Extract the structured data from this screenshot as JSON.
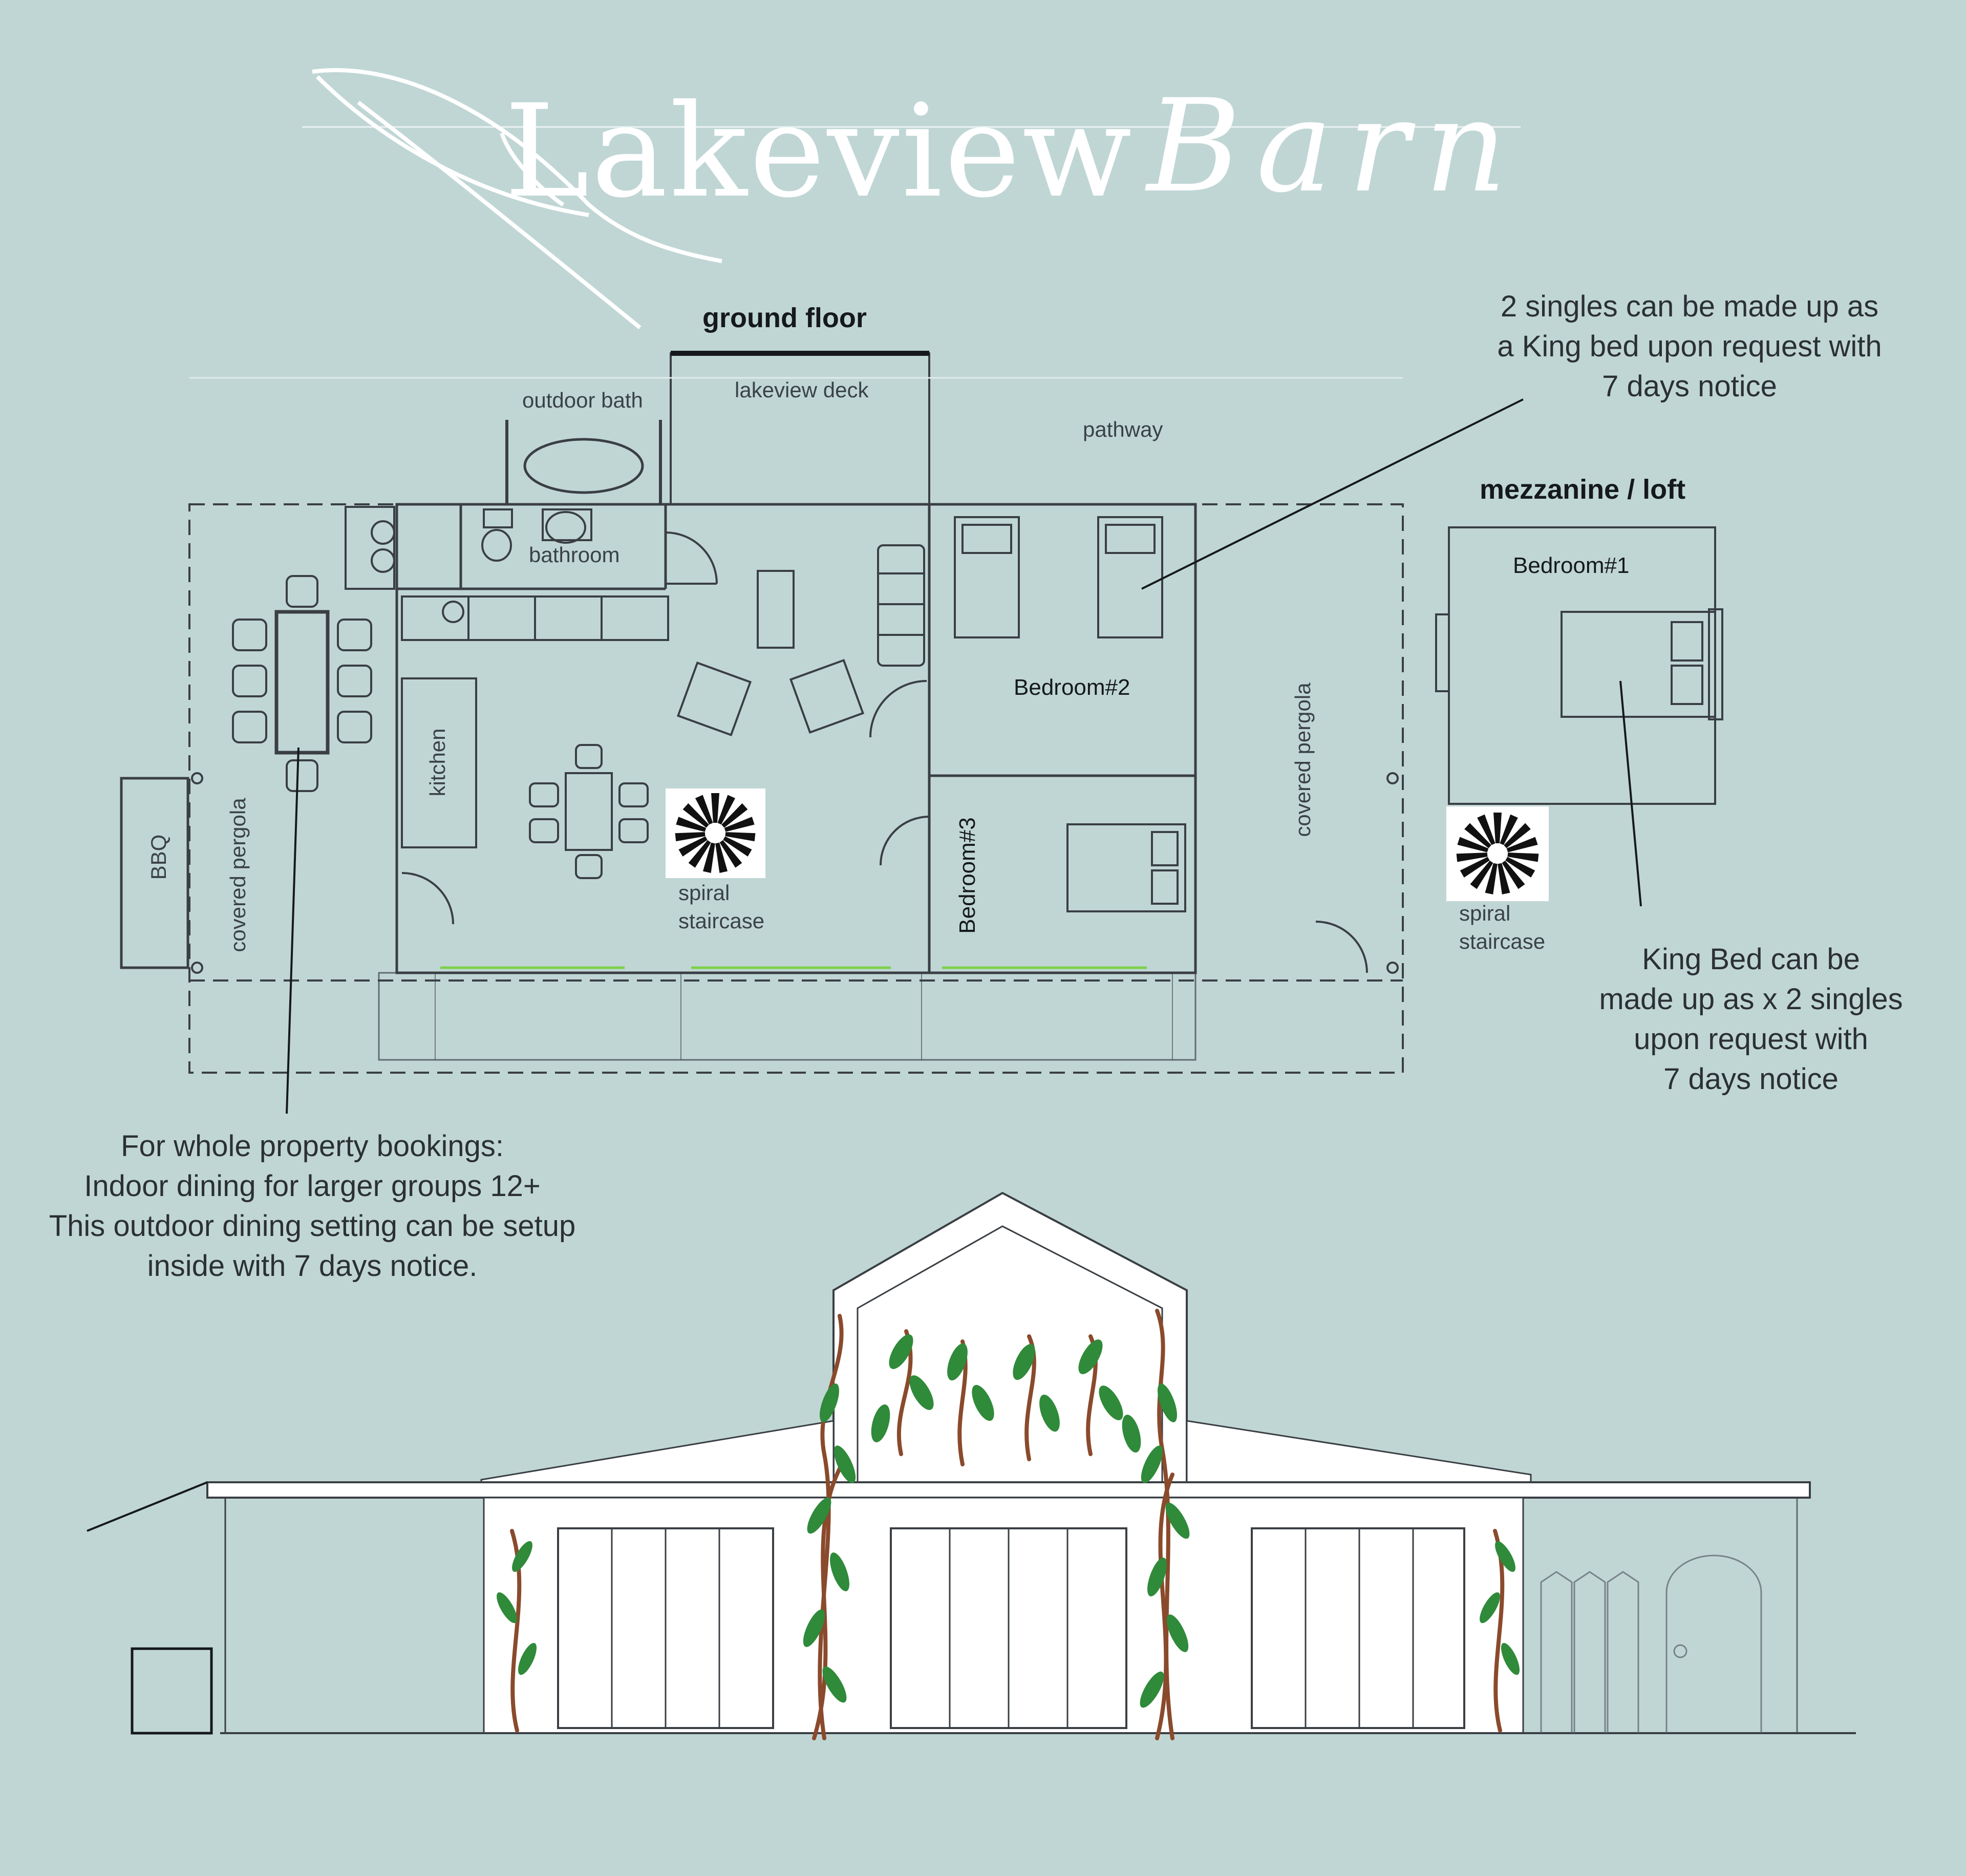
{
  "title": {
    "word1": "Lakeview",
    "word2": "Barn"
  },
  "floors": {
    "ground_floor": "ground floor",
    "mezzanine": "mezzanine / loft"
  },
  "rooms": {
    "outdoor_bath": "outdoor bath",
    "lakeview_deck": "lakeview deck",
    "pathway": "pathway",
    "bathroom": "bathroom",
    "kitchen": "kitchen",
    "bbq": "BBQ",
    "covered_pergola_left": "covered pergola",
    "covered_pergola_right": "covered pergola",
    "bedroom2": "Bedroom#2",
    "bedroom3": "Bedroom#3",
    "bedroom1": "Bedroom#1",
    "spiral_ground_l1": "spiral",
    "spiral_ground_l2": "staircase",
    "spiral_loft_l1": "spiral",
    "spiral_loft_l2": "staircase"
  },
  "notes": {
    "singles_note": [
      "2 singles can be made up as",
      "a King bed upon request with",
      "7 days notice"
    ],
    "king_note": [
      "King Bed can be",
      "made up as x 2 singles",
      "upon request with",
      "7 days notice"
    ],
    "dining_note": [
      "For whole property bookings:",
      "Indoor dining for larger groups 12+",
      "This outdoor dining setting can be setup",
      "inside with 7 days notice."
    ]
  },
  "colors": {
    "background": "#c0d6d5",
    "line": "#3a3f44",
    "title": "#ffffff",
    "foliage": "#2f8a3a",
    "vine": "#8a4a2c"
  }
}
